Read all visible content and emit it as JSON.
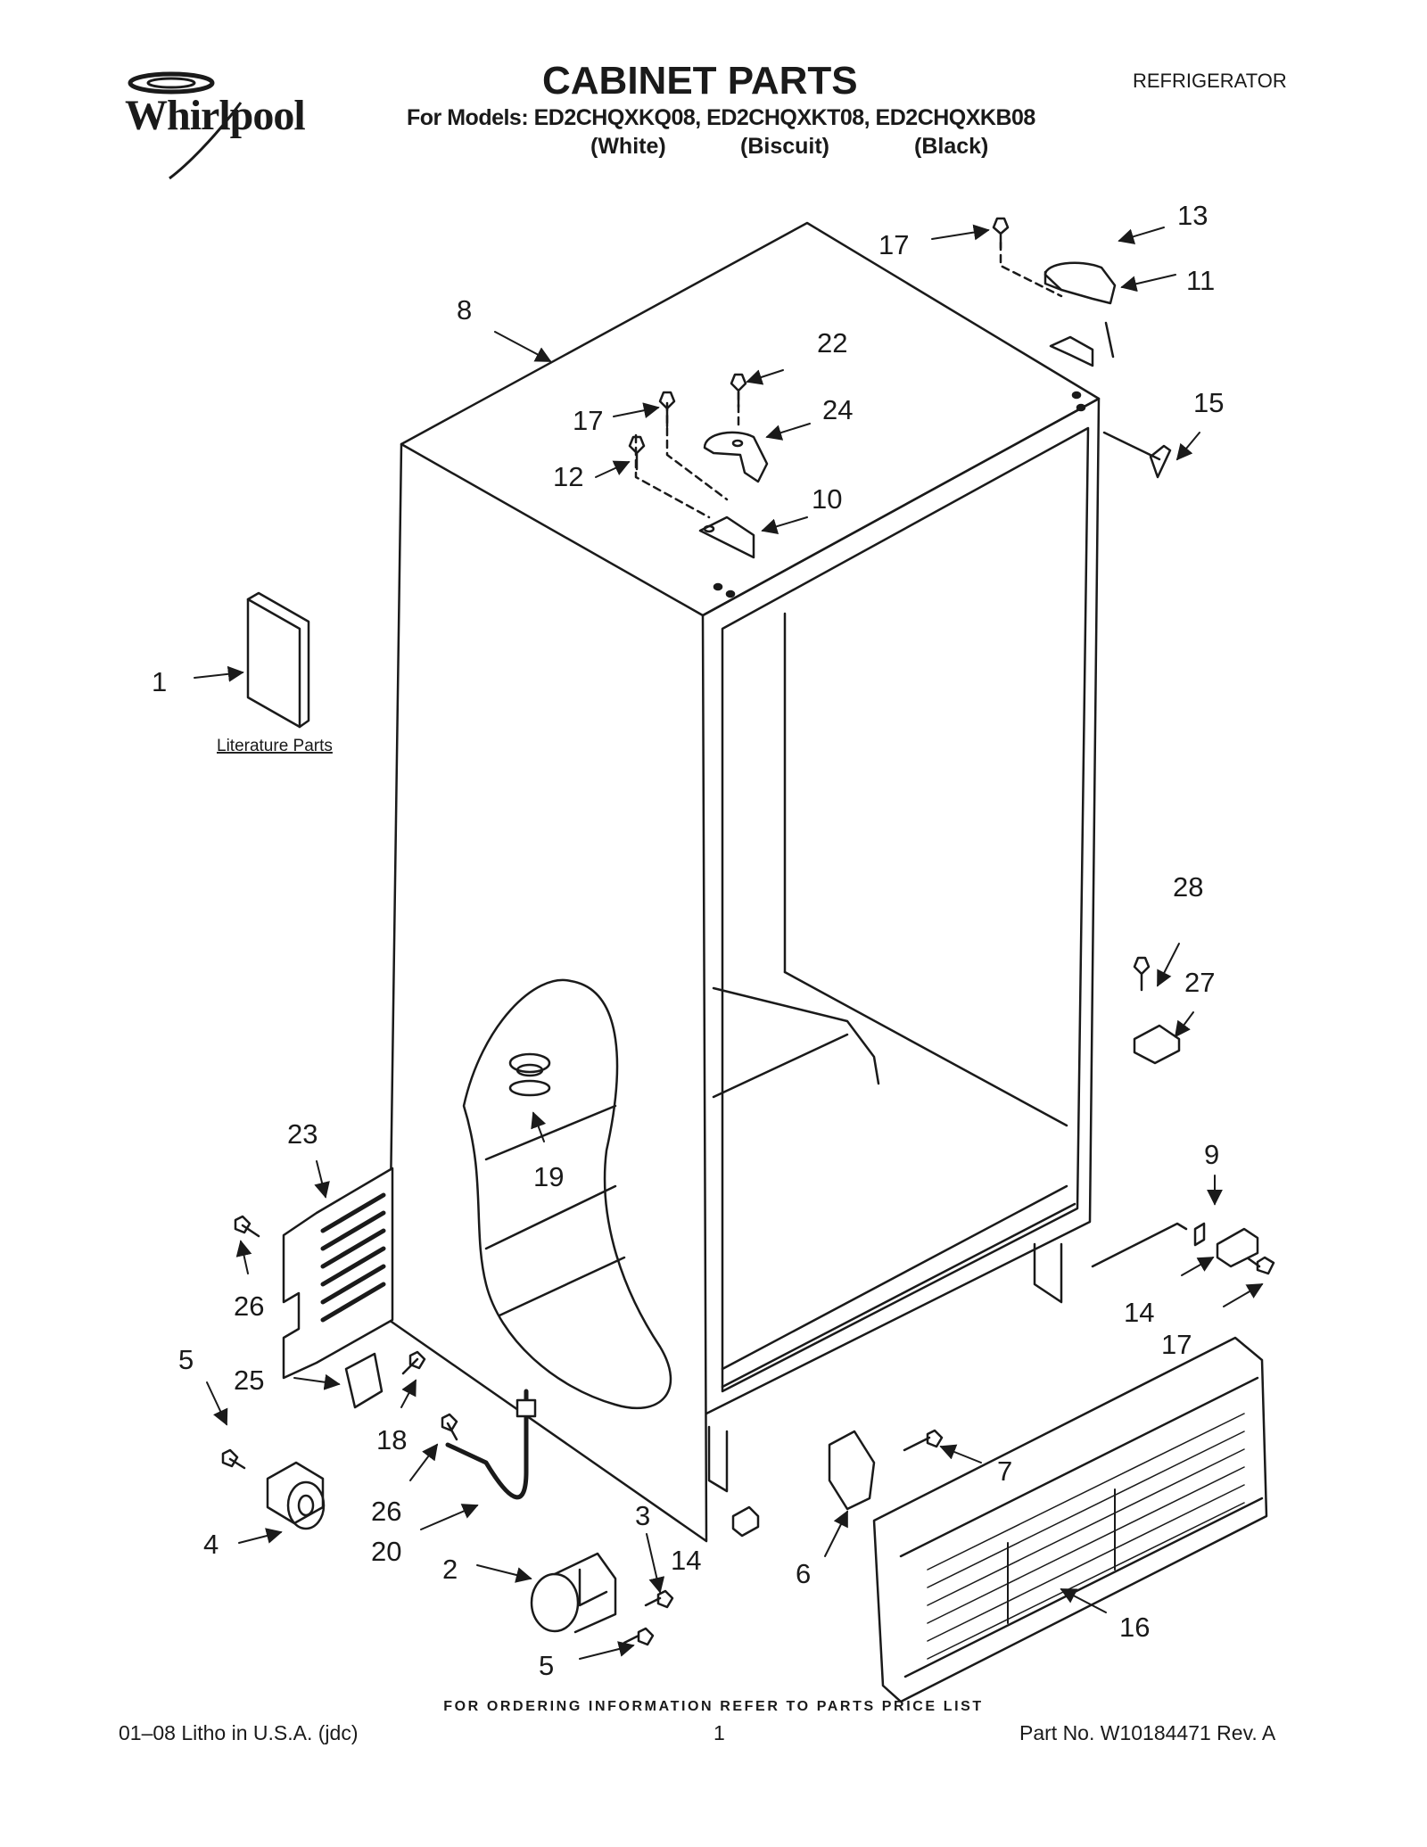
{
  "header": {
    "brand": "Whirlpool",
    "title": "CABINET PARTS",
    "category": "REFRIGERATOR",
    "models_line": "For Models: ED2CHQXKQ08, ED2CHQXKT08, ED2CHQXKB08",
    "colors": [
      "(White)",
      "(Biscuit)",
      "(Black)"
    ]
  },
  "diagram": {
    "literature_label": "Literature Parts",
    "callouts": [
      "8",
      "17",
      "13",
      "11",
      "22",
      "17",
      "24",
      "15",
      "12",
      "10",
      "1",
      "28",
      "27",
      "19",
      "23",
      "9",
      "26",
      "14",
      "17",
      "5",
      "25",
      "18",
      "26",
      "7",
      "20",
      "3",
      "4",
      "2",
      "14",
      "6",
      "16",
      "5"
    ]
  },
  "footer": {
    "ordering_note": "FOR ORDERING INFORMATION REFER TO PARTS PRICE LIST",
    "litho": "01–08 Litho in U.S.A. (jdc)",
    "page": "1",
    "part_no": "Part No. W10184471 Rev. A"
  }
}
